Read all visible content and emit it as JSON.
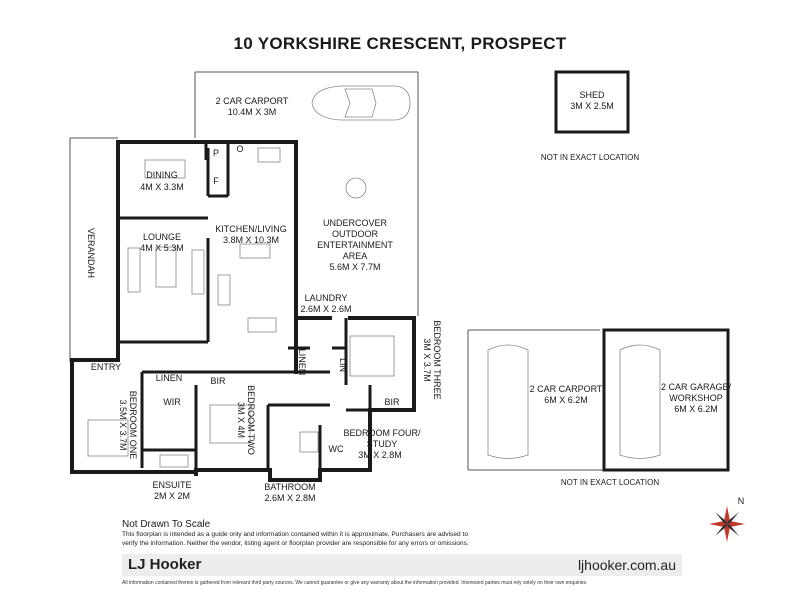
{
  "title": "10 YORKSHIRE CRESCENT,  PROSPECT",
  "rooms": {
    "carport_main": {
      "name": "2 CAR CARPORT",
      "size": "10.4M X 3M"
    },
    "shed": {
      "name": "SHED",
      "size": "3M X 2.5M"
    },
    "shed_note": "NOT IN EXACT LOCATION",
    "dining": {
      "name": "DINING",
      "size": "4M X 3.3M"
    },
    "lounge": {
      "name": "LOUNGE",
      "size": "4M X 5.3M"
    },
    "kitchen": {
      "name": "KITCHEN/LIVING",
      "size": "3.8M X 10.3M"
    },
    "outdoor": {
      "line1": "UNDERCOVER",
      "line2": "OUTDOOR",
      "line3": "ENTERTAINMENT",
      "line4": "AREA",
      "size": "5.6M X 7.7M"
    },
    "verandah": "VERANDAH",
    "laundry": {
      "name": "LAUNDRY",
      "size": "2.6M X 2.6M"
    },
    "bedroom_three": {
      "name": "BEDROOM THREE",
      "size": "3M X 3.7M"
    },
    "entry": "ENTRY",
    "linen_a": "LINEN",
    "linen_b": "LINEN",
    "linen_c": "LIN",
    "bir_a": "BIR",
    "bir_b": "BIR",
    "wir": "WIR",
    "bedroom_one": {
      "name": "BEDROOM ONE",
      "size": "3.5M X 3.7M"
    },
    "bedroom_two": {
      "name": "BEDROOM TWO",
      "size": "3M X 4M"
    },
    "bedroom_four": {
      "name": "BEDROOM FOUR/",
      "name2": "STUDY",
      "size": "3M X 2.8M"
    },
    "wc": "WC",
    "ensuite": {
      "name": "ENSUITE",
      "size": "2M X 2M"
    },
    "bathroom": {
      "name": "BATHROOM",
      "size": "2.6M X 2.8M"
    },
    "pantry_p": "P",
    "oven_o": "O",
    "fridge_f": "F",
    "carport_side": {
      "name": "2 CAR CARPORT",
      "size": "6M X 6.2M"
    },
    "garage": {
      "name": "2 CAR GARAGE/",
      "name2": "WORKSHOP",
      "size": "6M X 6.2M"
    },
    "garage_note": "NOT IN EXACT LOCATION"
  },
  "compass": {
    "label": "N"
  },
  "footer": {
    "not_to_scale": "Not Drawn To Scale",
    "disclaimer_1": "This floorplan is intended as a guide only and information contained within it is approximate. Purchasers are advised to",
    "disclaimer_2": "verify the information. Neither the vendor, listing agent or floorplan provider are responsible for any errors or omissions.",
    "brand": "LJ Hooker",
    "website": "ljhooker.com.au",
    "legal": "All information contained therein is gathered from relevant third party sources. We cannot guarantee or give any warranty about the information provided. Interested parties must rely solely on their own enquiries."
  }
}
